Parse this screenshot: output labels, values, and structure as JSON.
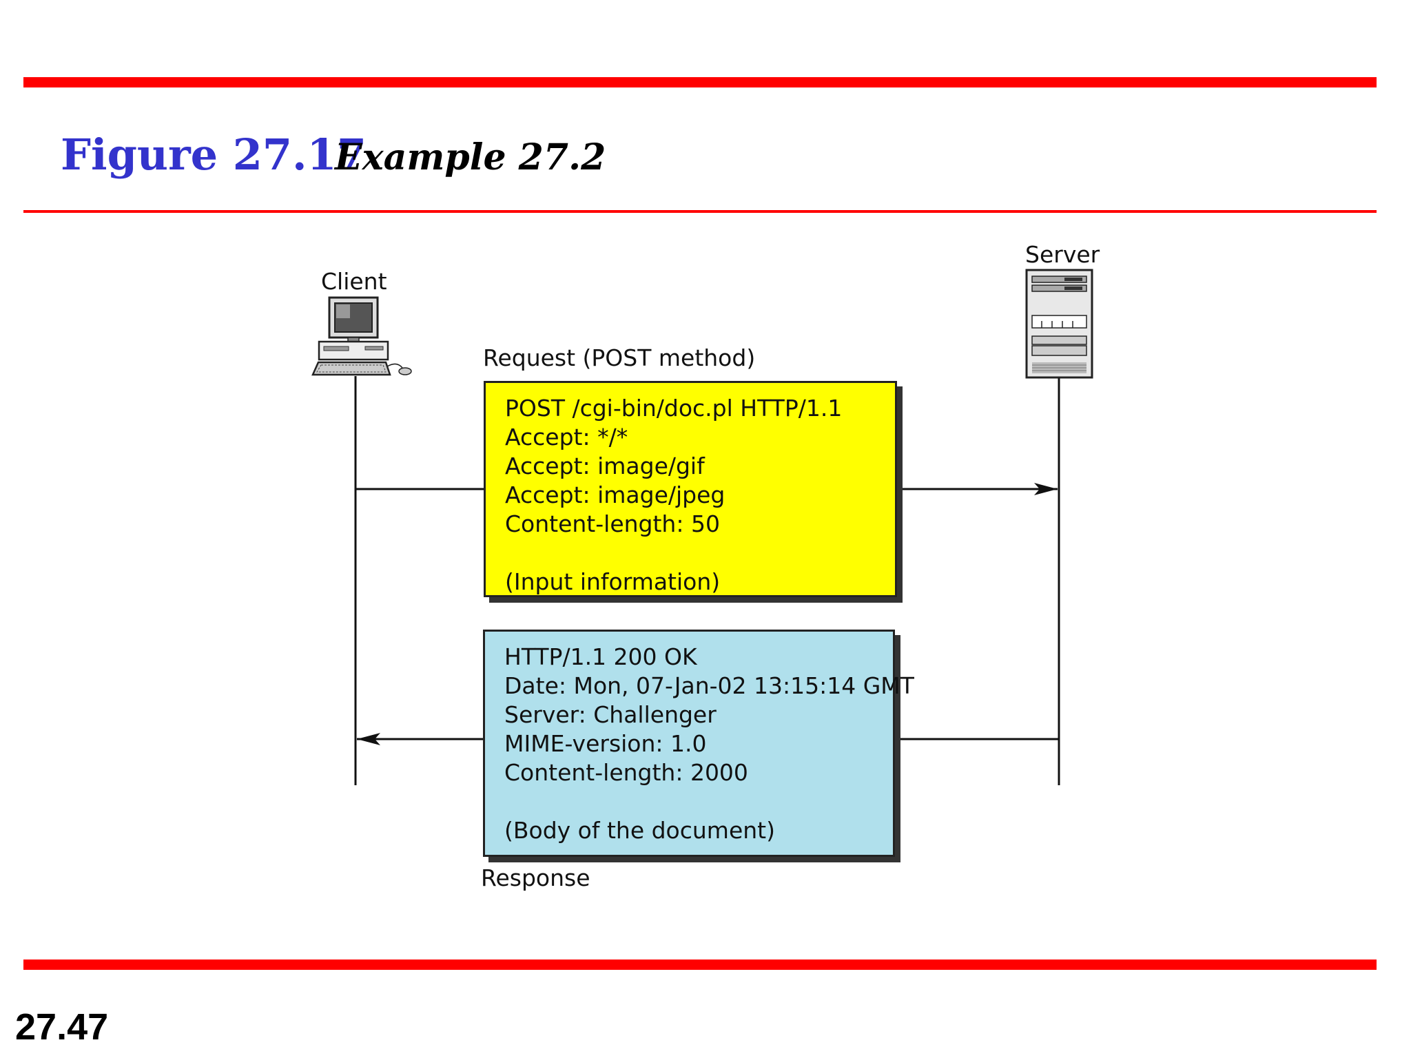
{
  "title": {
    "figure": "Figure 27.17",
    "example": "Example 27.2"
  },
  "slide_number": "27.47",
  "diagram": {
    "client_label": "Client",
    "server_label": "Server",
    "request_label": "Request (POST method)",
    "response_label": "Response",
    "request_lines": [
      "POST   /cgi-bin/doc.pl  HTTP/1.1",
      "Accept: */*",
      "Accept: image/gif",
      "Accept: image/jpeg",
      "Content-length: 50",
      "(Input information)"
    ],
    "response_lines": [
      "HTTP/1.1   200  OK",
      "Date: Mon, 07-Jan-02 13:15:14 GMT",
      "Server: Challenger",
      "MIME-version: 1.0",
      "Content-length: 2000",
      "(Body of the document)"
    ],
    "colors": {
      "rule": "#ff0000",
      "title_blue": "#3333cc",
      "request_box": "#ffff00",
      "response_box": "#b0e0ec"
    },
    "icons": {
      "client": "desktop-computer-icon",
      "server": "server-tower-icon"
    }
  }
}
